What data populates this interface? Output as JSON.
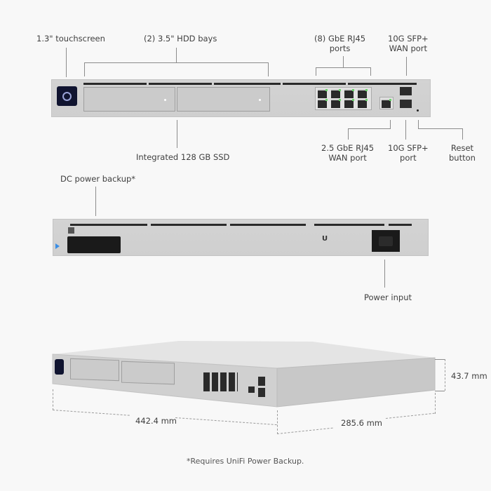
{
  "front_view": {
    "labels": {
      "touchscreen": "1.3\" touchscreen",
      "hdd_bays": "(2) 3.5\" HDD bays",
      "rj45_ports": "(8) GbE RJ45\nports",
      "sfp_wan": "10G SFP+\nWAN port",
      "ssd": "Integrated 128 GB SSD",
      "rj45_wan": "2.5 GbE RJ45\nWAN port",
      "sfp_port": "10G SFP+\nport",
      "reset": "Reset\nbutton"
    }
  },
  "rear_view": {
    "labels": {
      "dc_backup": "DC power backup*",
      "power_input": "Power input"
    }
  },
  "iso_view": {
    "dimensions": {
      "width": "442.4 mm",
      "depth": "285.6 mm",
      "height": "43.7 mm"
    }
  },
  "footnote": "*Requires UniFi Power Backup.",
  "colors": {
    "background": "#f8f8f8",
    "chassis": "#d0d0d0",
    "port_led": "#6bd66b",
    "screen": "#101430"
  }
}
